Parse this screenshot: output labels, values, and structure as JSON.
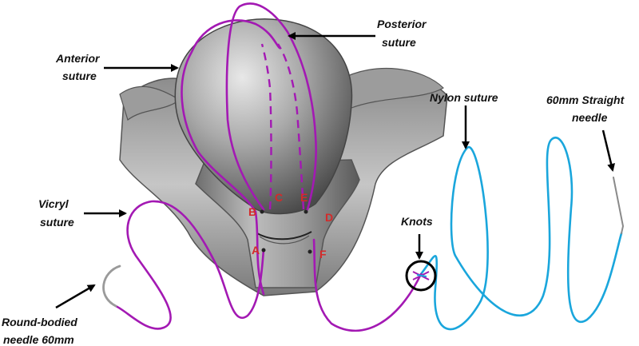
{
  "labels": {
    "anterior_line1": "Anterior",
    "anterior_line2": "suture",
    "posterior_line1": "Posterior",
    "posterior_line2": "suture",
    "nylon": "Nylon suture",
    "straight_line1": "60mm Straight",
    "straight_line2": "needle",
    "vicryl_line1": "Vicryl",
    "vicryl_line2": "suture",
    "knots": "Knots",
    "round_line1": "Round-bodied",
    "round_line2": "needle 60mm"
  },
  "points": {
    "a": "A",
    "b": "B",
    "c": "C",
    "d": "D",
    "e": "E",
    "f": "F"
  },
  "colors": {
    "vicryl": "#a319b3",
    "nylon": "#1aa6dc",
    "point_label": "#d42a2a",
    "needle": "#9a9a9a",
    "arrow": "#000000"
  }
}
